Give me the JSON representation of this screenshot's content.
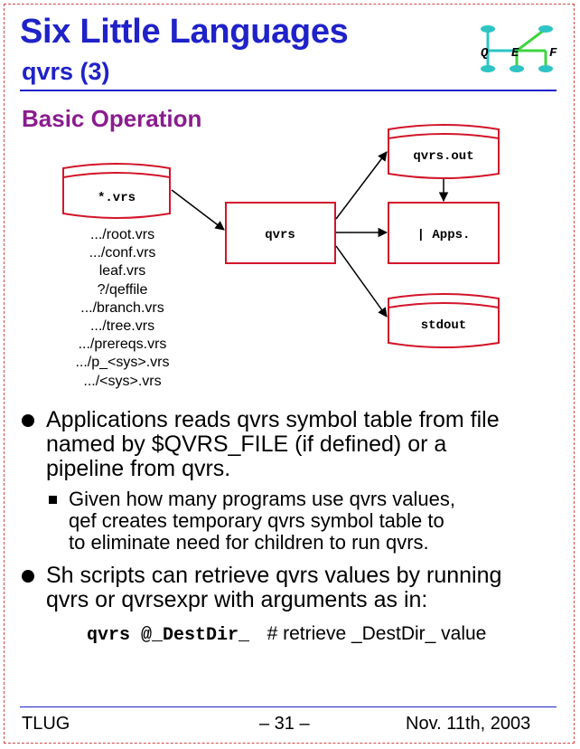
{
  "header": {
    "title": "Six Little Languages",
    "subtitle": "qvrs (3)"
  },
  "logo": {
    "letters": [
      "Q",
      "E",
      "F"
    ],
    "node_color": "#2ec4c4",
    "edge_colors": [
      "#2ec4c4",
      "#3fd43f"
    ]
  },
  "section": {
    "heading": "Basic Operation"
  },
  "diagram": {
    "nodes": {
      "input": "*.vrs",
      "process": "qvrs",
      "out_file": "qvrs.out",
      "apps": "| Apps.",
      "stdout": "stdout"
    },
    "vrs_files": [
      ".../root.vrs",
      ".../conf.vrs",
      "leaf.vrs",
      "?/qeffile",
      ".../branch.vrs",
      ".../tree.vrs",
      ".../prereqs.vrs",
      ".../p_<sys>.vrs",
      ".../<sys>.vrs"
    ],
    "stroke_color": "#d2152a"
  },
  "bullets": {
    "b1_lines": [
      "Applications reads qvrs symbol table from file",
      "named by $QVRS_FILE (if defined) or a",
      "pipeline from qvrs."
    ],
    "sub_lines": [
      "Given how many programs use qvrs values,",
      "qef creates temporary qvrs symbol table to",
      "to eliminate need for children to run qvrs."
    ],
    "b2_lines": [
      "Sh scripts can retrieve qvrs values by running",
      "qvrs or qvrsexpr with arguments as in:"
    ],
    "code": "qvrs @_DestDir_",
    "code_comment": "# retrieve _DestDir_ value"
  },
  "footer": {
    "left": "TLUG",
    "center": "– 31 –",
    "right": "Nov. 11th, 2003"
  },
  "colors": {
    "title_blue": "#1f22c8",
    "heading_purple": "#8a1c8f",
    "frame_red": "#d24a4a"
  }
}
